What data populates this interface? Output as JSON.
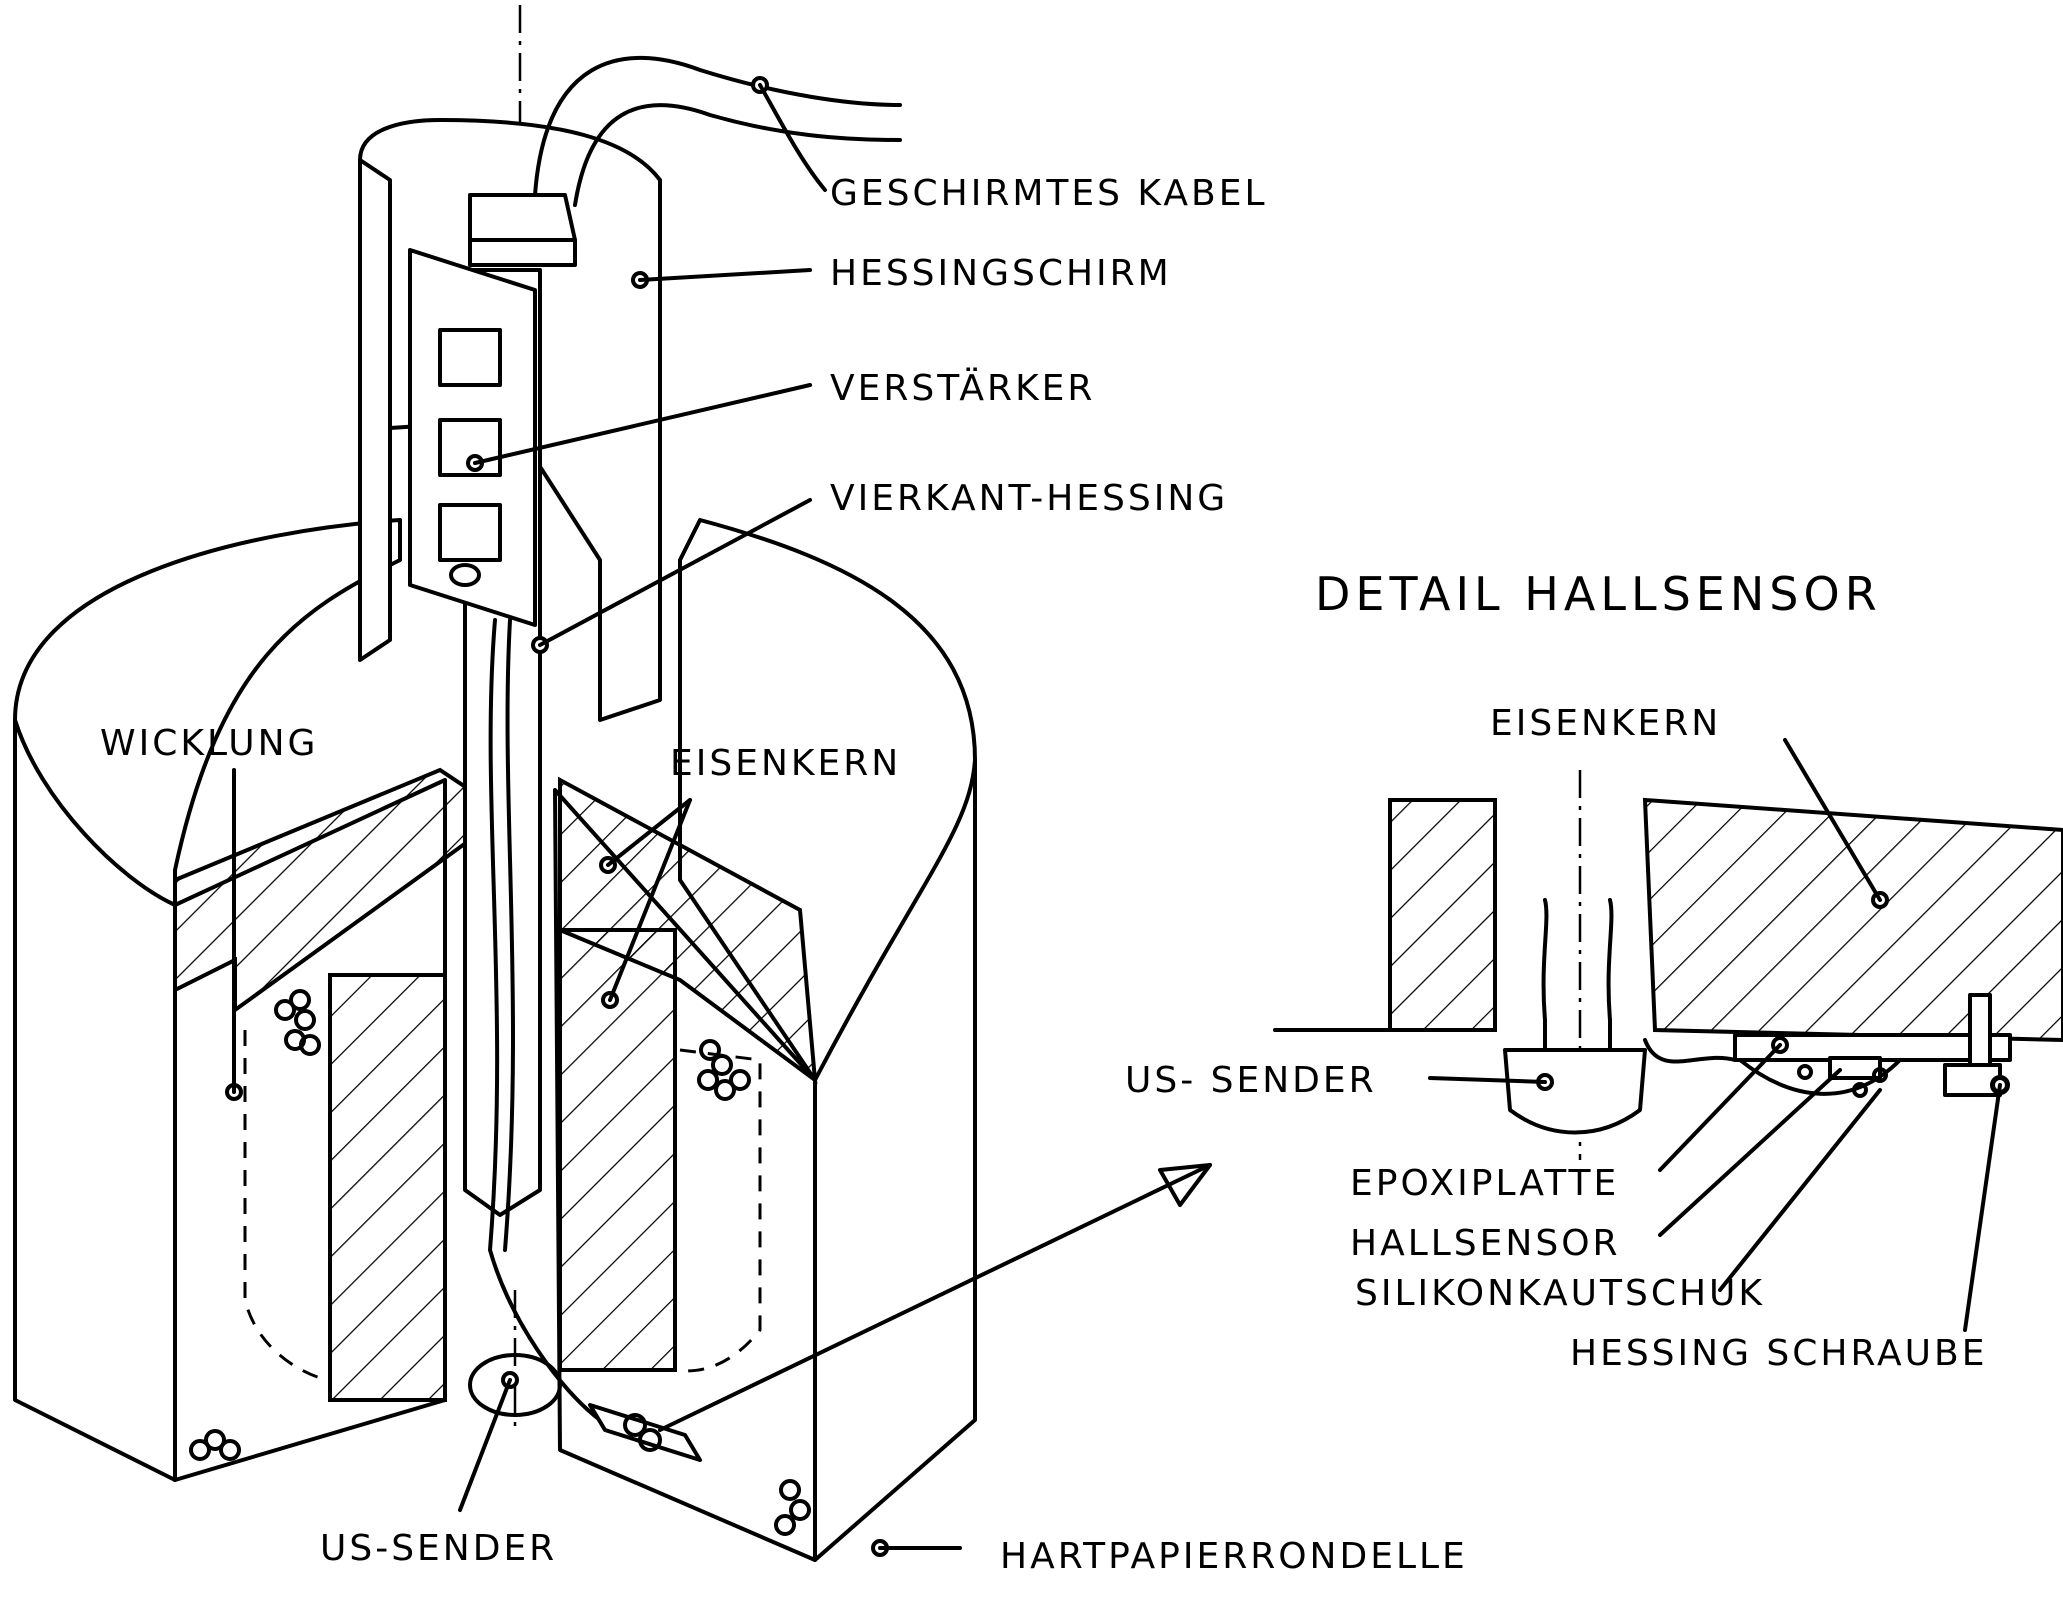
{
  "labels": {
    "geschirmtes_kabel": "GESCHIRMTES KABEL",
    "hessingschirm": "HESSINGSCHIRM",
    "verstaerker": "VERSTÄRKER",
    "vierkant_hessing": "VIERKANT-HESSING",
    "wicklung": "WICKLUNG",
    "eisenkern_main": "EISENKERN",
    "us_sender_main": "US-SENDER",
    "hartpapierrondelle": "HARTPAPIERRONDELLE"
  },
  "detail": {
    "title": "DETAIL HALLSENSOR",
    "eisenkern": "EISENKERN",
    "us_sender": "US- SENDER",
    "epoxiplatte": "EPOXIPLATTE",
    "hallsensor": "HALLSENSOR",
    "silikonkautschuk": "SILIKONKAUTSCHUK",
    "hessing_schraube": "HESSING SCHRAUBE"
  }
}
